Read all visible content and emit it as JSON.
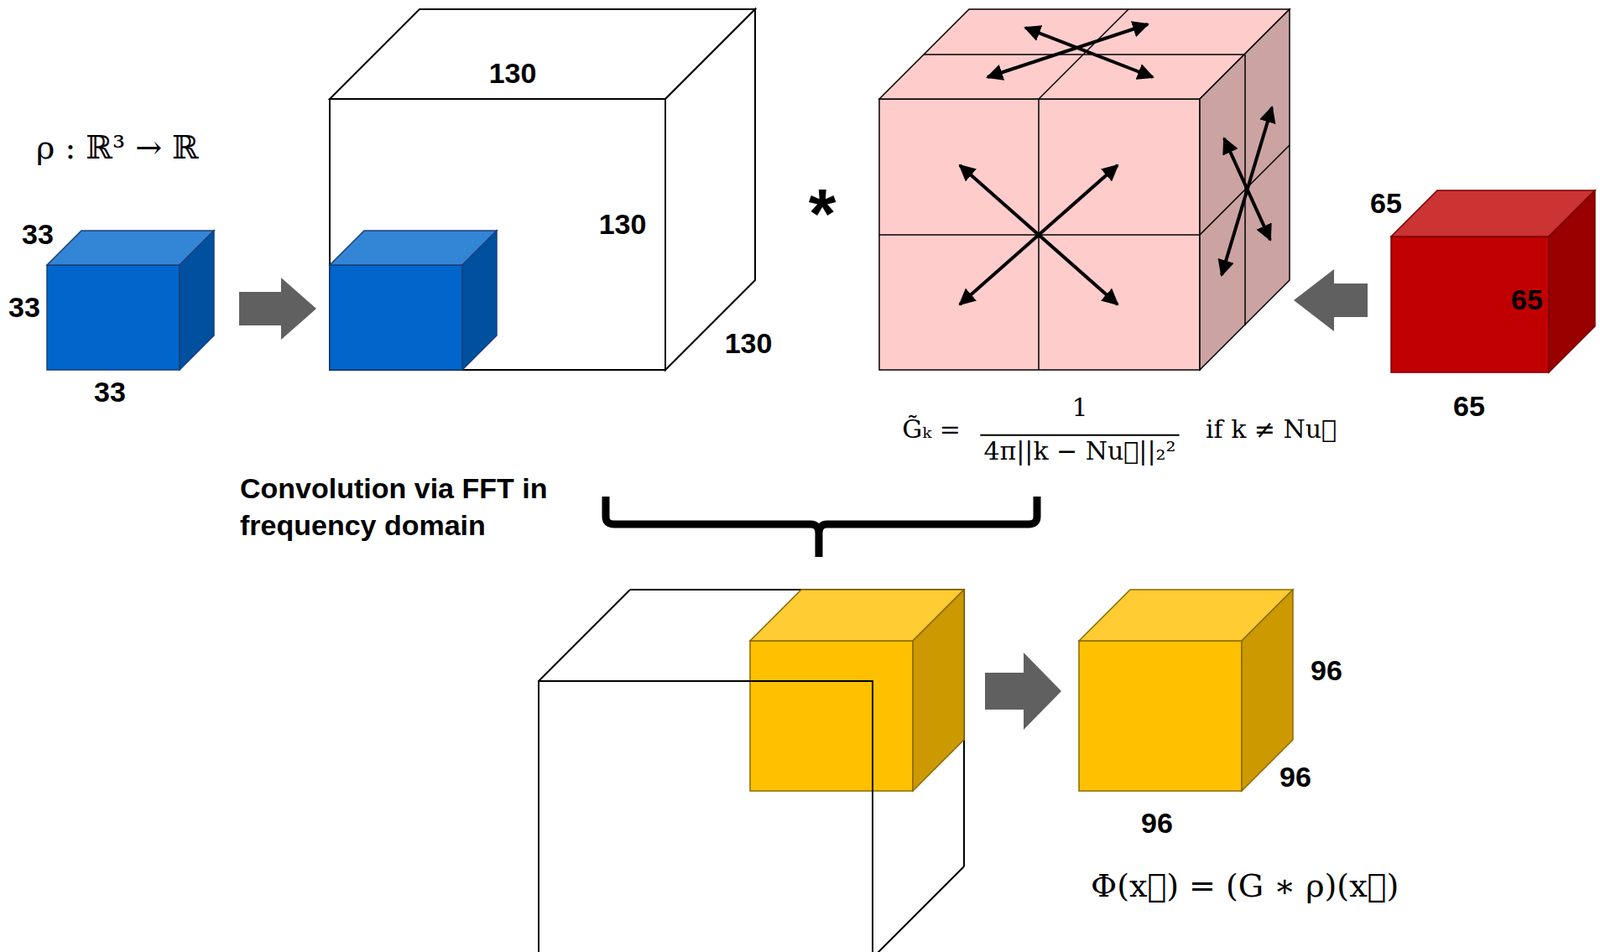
{
  "diagram": {
    "labels": [
      "ρ : ℝ³ → ℝ",
      "33",
      "33",
      "33",
      "130",
      "130",
      "130",
      "*",
      "G̃ₖ =",
      "1",
      "4π||k − Nu⃗||₂²",
      "if k ≠ Nu⃗",
      "65",
      "65",
      "65",
      "Convolution via FFT in frequency domain",
      "96",
      "96",
      "96",
      "Φ(x⃗) = (G ∗ ρ)(x⃗)"
    ]
  }
}
